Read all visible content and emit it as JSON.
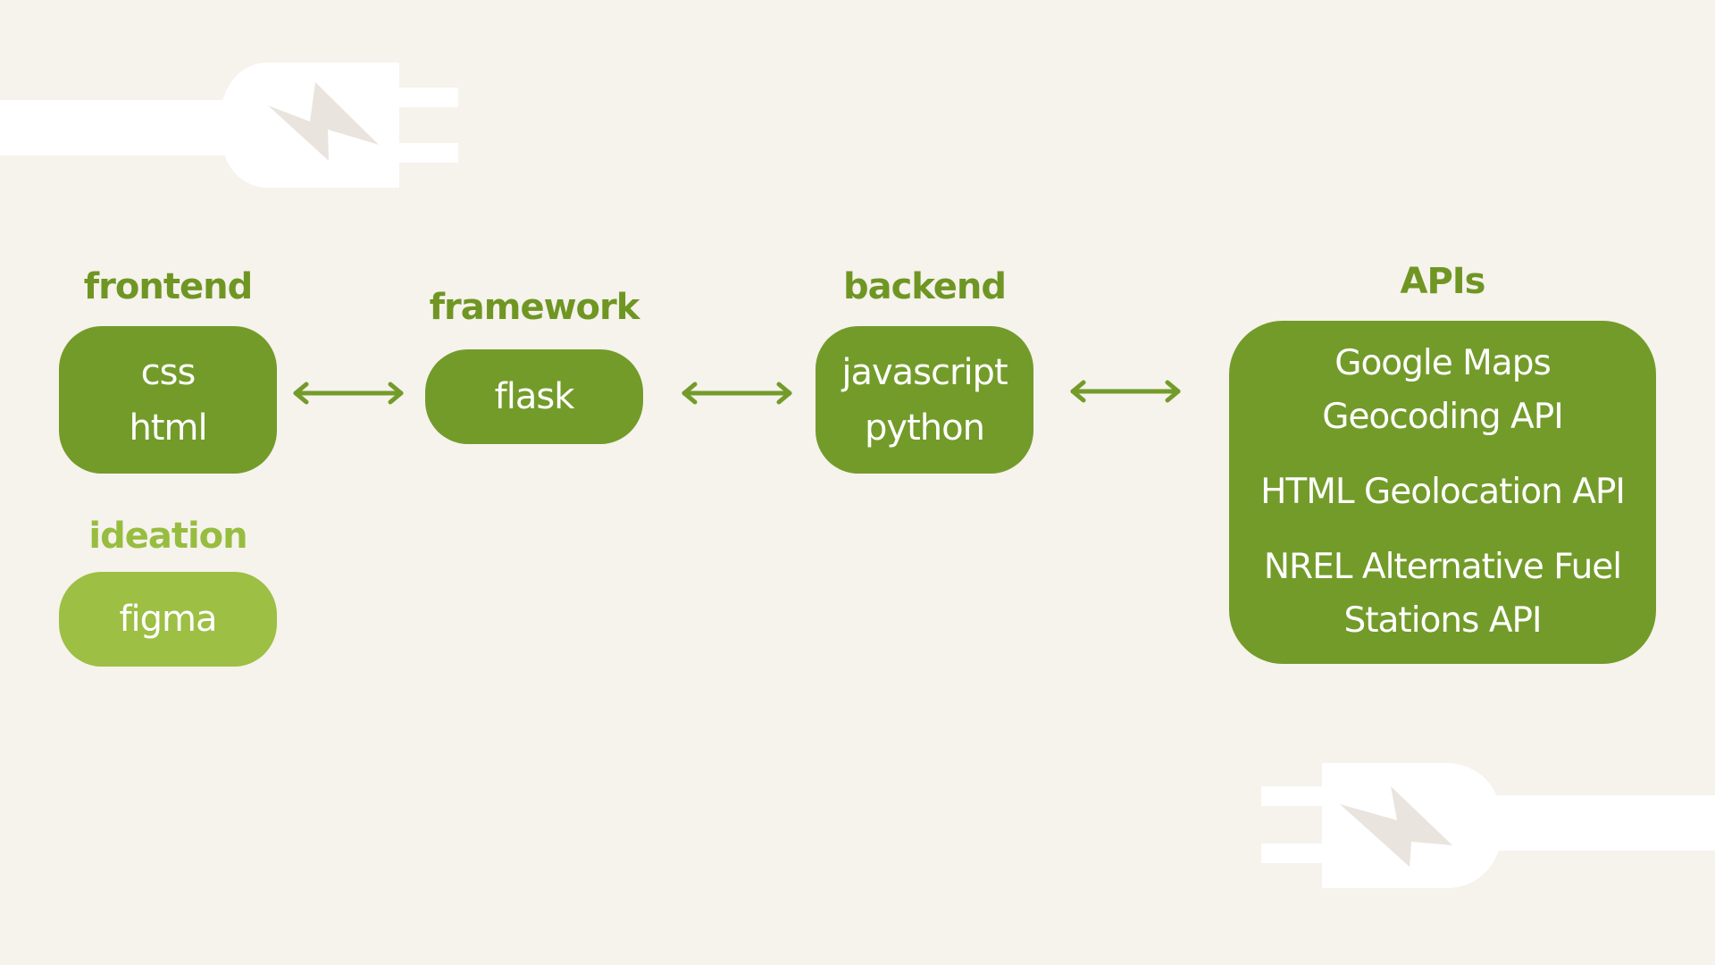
{
  "colors": {
    "background": "#f6f2ec",
    "box": "#739b2a",
    "box_light": "#9dbf44",
    "heading": "#6f9623",
    "heading_light": "#97bd40",
    "arrow": "#739b2a",
    "plug": "#ffffff"
  },
  "decor": {
    "top_icon": "plug-icon",
    "bottom_icon": "plug-icon",
    "arrow_icon": "double-arrow-icon"
  },
  "frontend": {
    "heading": "frontend",
    "items": [
      "css",
      "html"
    ]
  },
  "ideation": {
    "heading": "ideation",
    "items": [
      "figma"
    ]
  },
  "framework": {
    "heading": "framework",
    "items": [
      "flask"
    ]
  },
  "backend": {
    "heading": "backend",
    "items": [
      "javascript",
      "python"
    ]
  },
  "apis": {
    "heading": "APIs",
    "items": [
      [
        "Google Maps",
        "Geocoding API"
      ],
      [
        "HTML Geolocation API"
      ],
      [
        "NREL Alternative Fuel",
        "Stations  API"
      ]
    ]
  }
}
